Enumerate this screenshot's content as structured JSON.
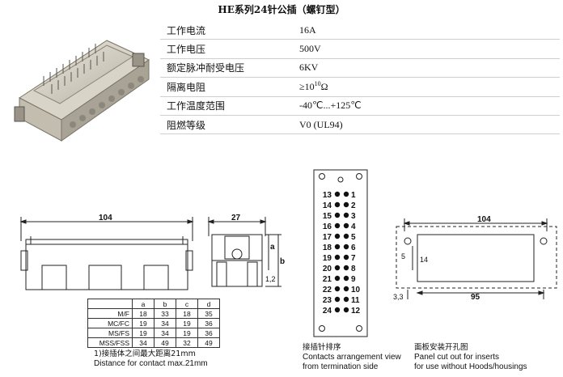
{
  "title": "HE系列24针公插（螺钉型）",
  "specs": [
    {
      "label": "工作电流",
      "value": "16A"
    },
    {
      "label": "工作电压",
      "value": "500V"
    },
    {
      "label": "额定脉冲耐受电压",
      "value": "6KV"
    },
    {
      "label": "隔离电阻",
      "value_prefix": "≥10",
      "value_exp": "10",
      "value_suffix": "Ω"
    },
    {
      "label": "工作温度范围",
      "value": "-40℃...+125℃"
    },
    {
      "label": "阻燃等级",
      "value": "V0 (UL94)"
    }
  ],
  "dims": {
    "front_width": "104",
    "side_width": "27",
    "side_a": "a",
    "side_b": "b",
    "side_c": "1,2",
    "panel_width": "104",
    "panel_inner": "95",
    "panel_h1": "5",
    "panel_h2": "14",
    "panel_offset": "3,3"
  },
  "dim_table": {
    "headers": [
      "",
      "a",
      "b",
      "c",
      "d"
    ],
    "rows": [
      [
        "M/F",
        "18",
        "33",
        "18",
        "35"
      ],
      [
        "MC/FC",
        "19",
        "34",
        "19",
        "36"
      ],
      [
        "MS/FS",
        "19",
        "34",
        "19",
        "36"
      ],
      [
        "MSS/FSS",
        "34",
        "49",
        "32",
        "49"
      ]
    ]
  },
  "pins_left": [
    "13",
    "14",
    "15",
    "16",
    "17",
    "18",
    "19",
    "20",
    "21",
    "22",
    "23",
    "24"
  ],
  "pins_right": [
    "1",
    "2",
    "3",
    "4",
    "5",
    "6",
    "7",
    "8",
    "9",
    "10",
    "11",
    "12"
  ],
  "notes": {
    "distance_cn": "1)接插体之间最大距离21mm",
    "distance_en": "Distance for contact max.21mm",
    "pins_cn": "接插针排序",
    "pins_en1": "Contacts arrangement view",
    "pins_en2": "from termination side",
    "panel_cn": "面板安装开孔图",
    "panel_en1": "Panel cut out for inserts",
    "panel_en2": "for use without Hoods/housings"
  }
}
